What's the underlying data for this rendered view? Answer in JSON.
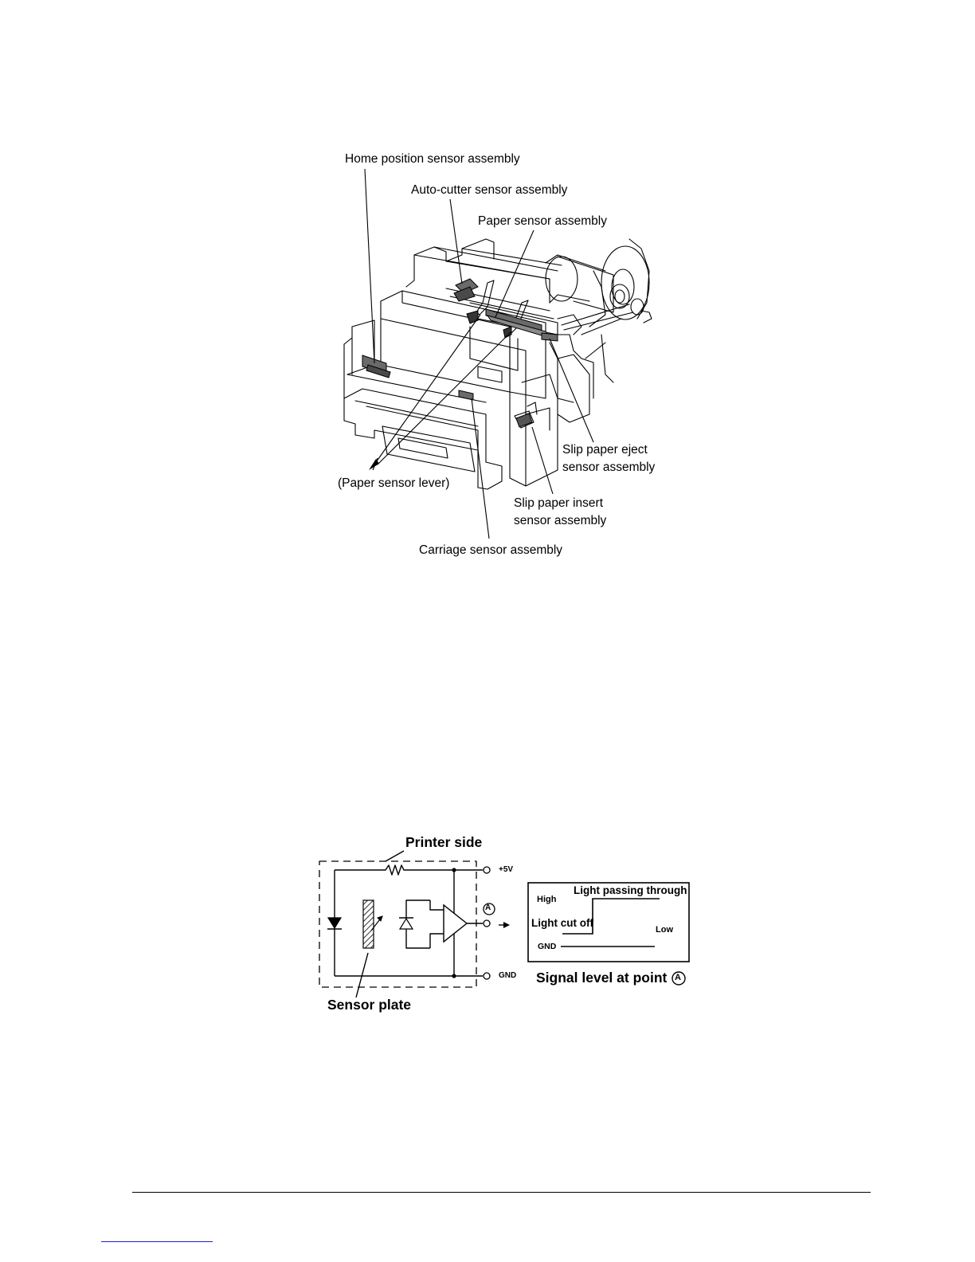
{
  "mechanism_figure": {
    "labels": {
      "home_position": "Home position sensor assembly",
      "auto_cutter": "Auto-cutter sensor assembly",
      "paper_sensor": "Paper sensor assembly",
      "slip_eject": [
        "Slip paper eject",
        "sensor assembly"
      ],
      "paper_sensor_lever": "(Paper sensor lever)",
      "slip_insert": [
        "Slip paper insert",
        "sensor assembly"
      ],
      "carriage": "Carriage sensor assembly"
    }
  },
  "circuit_figure": {
    "printer_side": "Printer side",
    "plus5v": "+5V",
    "gnd_terminal": "GND",
    "point_marker": "A",
    "sensor_plate": "Sensor plate",
    "signal_panel": {
      "high": "High",
      "light_passing": "Light passing through",
      "light_cut": "Light cut off",
      "low": "Low",
      "gnd": "GND",
      "caption_text": "Signal level at point",
      "caption_marker": "A"
    }
  },
  "colors": {
    "ink": "#000000",
    "link": "#2020cc"
  }
}
